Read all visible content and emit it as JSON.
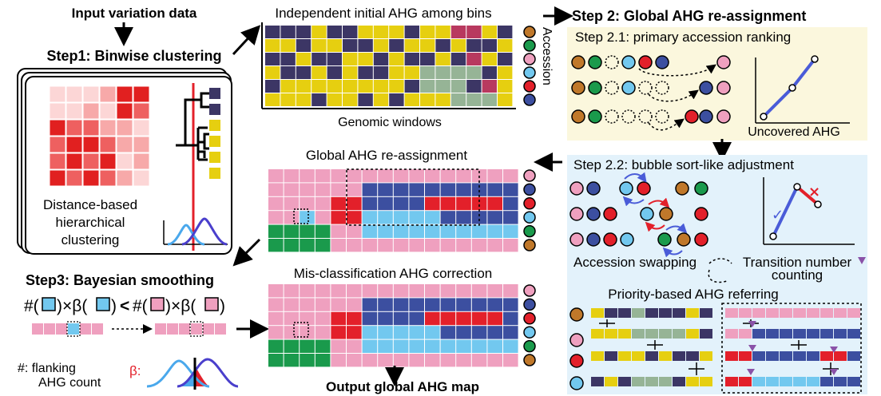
{
  "labels": {
    "input": "Input variation data",
    "step1": "Step1: Binwise clustering",
    "clust1": "Distance-based",
    "clust2": "hierarchical",
    "clust3": "clustering",
    "step3": "Step3: Bayesian smoothing",
    "hash_def1": "#:  flanking",
    "hash_def2": "AHG count",
    "beta_label": "β:",
    "hash": "#(",
    "times_beta": ")×β(",
    "close": ")",
    "less": "<",
    "initial_title": "Independent initial AHG among bins",
    "genomic_windows": "Genomic windows",
    "accession": "Accession",
    "global_title": "Global AHG re-assignment",
    "misclass_title": "Mis-classification AHG correction",
    "output": "Output global AHG map",
    "step2": "Step 2: Global AHG re-assignment",
    "step21": "Step 2.1: primary accession ranking",
    "uncovered": "Uncovered AHG",
    "step22": "Step 2.2: bubble sort-like adjustment",
    "swap": "Accession swapping",
    "transition1": "Transition number",
    "transition2": "counting",
    "priority": "Priority-based AHG referring"
  },
  "colors": {
    "navy": "#3c3665",
    "yellow": "#e6cf10",
    "sage": "#96b496",
    "maroon": "#b8395f",
    "pink": "#efa0bf",
    "blue": "#3c4fa0",
    "lightblue": "#72c8ef",
    "red": "#e3202a",
    "green": "#1a9a4c",
    "brown": "#c0782a",
    "panel_yellow": "#fbf7dd",
    "panel_blue": "#e3f2fb"
  },
  "accession_dots": [
    "brown",
    "green",
    "pink",
    "lightblue",
    "red",
    "blue"
  ]
}
